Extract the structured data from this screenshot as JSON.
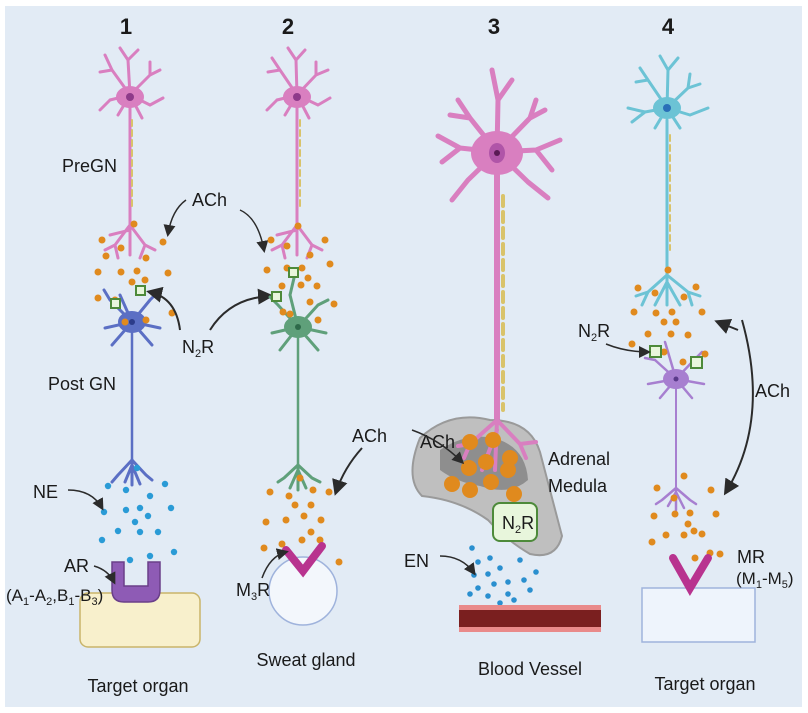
{
  "panels": [
    {
      "number": "1",
      "pre_label": "PreGN",
      "post_label": "Post GN",
      "neurotransmitter_pre": "ACh",
      "receptor_ganglion": {
        "base": "N",
        "sub": "2",
        "tail": "R"
      },
      "neurotransmitter_post": "NE",
      "receptor_target": "AR",
      "receptor_target_subtypes": {
        "parts": [
          "(A",
          "1",
          "-A",
          "2",
          ",B",
          "1",
          "-B",
          "3",
          ")"
        ]
      },
      "target": "Target organ",
      "colors": {
        "pre": "#d97fc0",
        "post": "#5b6fc4",
        "nt_post": "#2a9bd6",
        "receptor": "#8e5bb5",
        "target_fill": "#f8f0cc",
        "target_stroke": "#c9b46a"
      }
    },
    {
      "number": "2",
      "neurotransmitter_post": "ACh",
      "receptor_target": {
        "base": "M",
        "sub": "3",
        "tail": "R"
      },
      "target": "Sweat gland",
      "colors": {
        "pre": "#d97fc0",
        "post": "#5fa07a",
        "nt_post": "#e08a1e",
        "receptor": "#b8338f",
        "target_fill": "#f3f7fc",
        "target_stroke": "#9fb3dc"
      }
    },
    {
      "number": "3",
      "neurotransmitter": "ACh",
      "organ": "Adrenal",
      "organ_line2": "Medula",
      "receptor": {
        "base": "N",
        "sub": "2",
        "tail": "R"
      },
      "hormone": "EN",
      "target": "Blood Vessel",
      "colors": {
        "pre": "#d97fc0",
        "vessel": "#7a1f1f",
        "vessel_edge": "#e98a8a",
        "hormone": "#2a8fcf"
      }
    },
    {
      "number": "4",
      "receptor_ganglion": {
        "base": "N",
        "sub": "2",
        "tail": "R"
      },
      "neurotransmitter": "ACh",
      "receptor_target": "MR",
      "receptor_target_subtypes": {
        "parts": [
          "(M",
          "1",
          "-M",
          "5",
          ")"
        ]
      },
      "target": "Target organ",
      "colors": {
        "pre": "#6cc3d5",
        "post": "#a77fd0",
        "receptor": "#b8338f",
        "target_fill": "#eef4fc",
        "target_stroke": "#9fb3dc"
      }
    }
  ],
  "colors": {
    "background": "#e2ebf5",
    "ach_vesicle": "#e08a1e",
    "myelin": "#d9c36a",
    "receptor_box_fill": "#e8f6dc",
    "receptor_box_stroke": "#4d8a3a",
    "arrow": "#2b2b2b"
  }
}
